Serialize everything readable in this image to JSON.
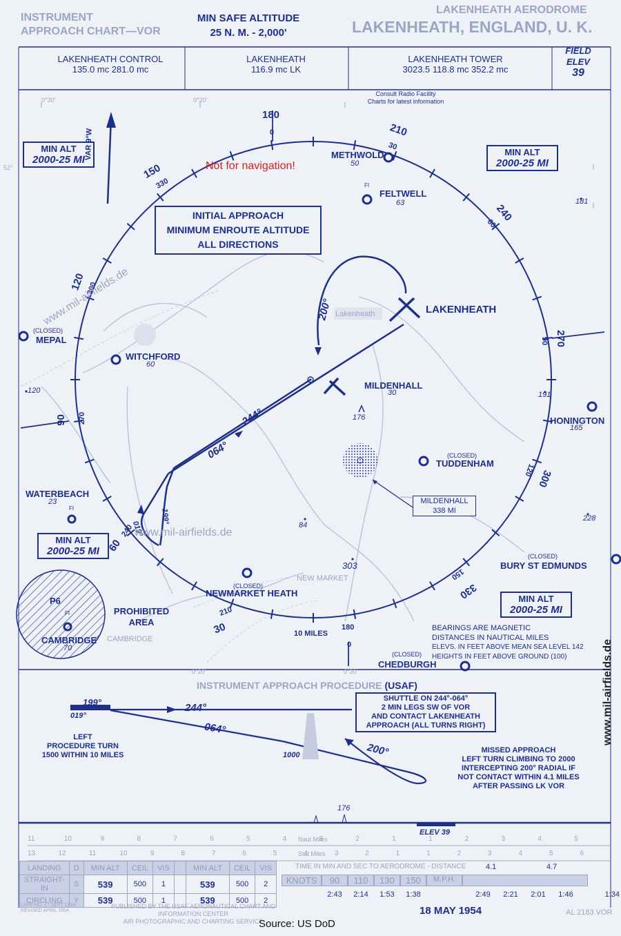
{
  "header": {
    "chart_type_line1": "INSTRUMENT",
    "chart_type_line2": "APPROACH CHART—VOR",
    "msa_title": "MIN SAFE ALTITUDE",
    "msa_value": "25 N. M. - 2,000'",
    "aerodrome_line": "LAKENHEATH AERODROME",
    "location_line": "LAKENHEATH, ENGLAND, U. K."
  },
  "comms": {
    "control_label": "LAKENHEATH CONTROL",
    "control_freqs": "135.0 mc   281.0 mc",
    "lk_label": "LAKENHEATH",
    "lk_freqs": "116.9 mc  LK",
    "tower_label": "LAKENHEATH TOWER",
    "tower_freqs": "3023.5    118.8 mc    352.2 mc",
    "field_elev_label1": "FIELD",
    "field_elev_label2": "ELEV",
    "field_elev_value": "39"
  },
  "plan_view": {
    "consult_note1": "Consult Radio Facility",
    "consult_note2": "Charts for latest information",
    "not_for_nav": "Not for navigation!",
    "var": "VAR 9°W",
    "min_alt_label": "MIN ALT",
    "min_alt_value": "2000-25 MI",
    "initial_approach_1": "INITIAL APPROACH",
    "initial_approach_2": "MINIMUM ENROUTE ALTITUDE",
    "initial_approach_3": "ALL DIRECTIONS",
    "ring_miles": "10 MILES",
    "bearings_1": "BEARINGS ARE MAGNETIC",
    "bearings_2": "DISTANCES IN NAUTICAL MILES",
    "bearings_3": "ELEVS. IN FEET ABOVE MEAN SEA LEVEL 142",
    "bearings_4": "HEIGHTS IN FEET ABOVE GROUND (100)",
    "prohibited_1": "PROHIBITED",
    "prohibited_2": "AREA",
    "p6": "P6",
    "mildenhall_beacon_1": "MILDENHALL",
    "mildenhall_beacon_2": "338 MI",
    "track_244": "244°",
    "track_064": "064°",
    "track_200": "200°",
    "track_199": "199°",
    "track_019": "019°",
    "lk_faded": "Lakenheath",
    "new_market": "NEW MARKET",
    "cambridge_faded": "CAMBRIDGE",
    "coord_1": "0°30'",
    "coord_2": "0°20'",
    "coord_3": "52°",
    "coord_4": "0°20'",
    "coord_5": "0°30'",
    "closed": "(CLOSED)",
    "fi": "FI",
    "radials": {
      "r180_top": "180",
      "r0_top": "0",
      "r210": "210",
      "r30": "30",
      "r240": "240",
      "r60": "60",
      "r270": "270",
      "r90": "90",
      "r300": "300",
      "r120": "120",
      "r330": "330",
      "r150": "150",
      "r150_b": "150",
      "r330_b": "330",
      "r120_b": "120",
      "r300_b": "300",
      "r90_b": "90",
      "r270_b": "270",
      "r60_b": "60",
      "r240_b": "240",
      "r30_b": "30",
      "r210_b": "210",
      "r0_b": "0",
      "r180_b": "180"
    },
    "places": {
      "methwold": "METHWOLD",
      "methwold_el": "50",
      "feltwell": "FELTWELL",
      "feltwell_el": "63",
      "lakenheath": "LAKENHEATH",
      "mildenhall": "MILDENHALL",
      "mildenhall_el": "30",
      "witchford": "WITCHFORD",
      "witchford_el": "60",
      "mepal": "MEPAL",
      "honington": "HONINGTON",
      "honington_el": "165",
      "tuddenham": "TUDDENHAM",
      "waterbeach": "WATERBEACH",
      "waterbeach_el": "23",
      "bury": "BURY ST EDMUNDS",
      "newmarket": "NEWMARKET HEATH",
      "cambridge": "CAMBRIDGE",
      "cambridge_el": "70",
      "chedburgh": "CHEDBURGH"
    },
    "spots": {
      "s181": "181",
      "s120": "120",
      "s176": "176",
      "s191": "191",
      "s228": "228",
      "s84": "84",
      "s303": "303"
    },
    "watermark": "www.mil-airfields.de"
  },
  "profile": {
    "title_a": "INSTRUMENT APPROACH PROCEDURE ",
    "title_b": "(USAF)",
    "shuttle_1": "SHUTTLE ON 244°-064°",
    "shuttle_2": "2 MIN   LEGS SW OF VOR",
    "shuttle_3": "AND CONTACT LAKENHEATH",
    "shuttle_4": "APPROACH (ALL TURNS RIGHT)",
    "hdg_199": "199°",
    "hdg_019": "019°",
    "hdg_244": "244°",
    "hdg_064": "064°",
    "hdg_200": "200°",
    "alt_1000": "1000",
    "left_turn_1": "LEFT",
    "left_turn_2": "PROCEDURE TURN",
    "left_turn_3": "1500 WITHIN 10 MILES",
    "missed_1": "MISSED APPROACH",
    "missed_2": "LEFT TURN CLIMBING TO 2000",
    "missed_3": "INTERCEPTING 200° RADIAL IF",
    "missed_4": "NOT CONTACT WITHIN 4.1 MILES",
    "missed_5": "AFTER PASSING LK VOR",
    "obst": "176",
    "elev": "ELEV 39"
  },
  "scales": {
    "naut_label": "Naut Miles",
    "stat_label": "Stat Miles",
    "naut": [
      "11",
      "10",
      "9",
      "8",
      "7",
      "6",
      "5",
      "4",
      "3",
      "2",
      "1",
      "1",
      "2",
      "3",
      "4",
      "5"
    ],
    "stat": [
      "13",
      "12",
      "11",
      "10",
      "9",
      "8",
      "7",
      "6",
      "5",
      "4",
      "3",
      "2",
      "1",
      "1",
      "2",
      "3",
      "4",
      "5",
      "6"
    ]
  },
  "minima": {
    "headers": [
      "LANDING",
      "D",
      "MIN ALT",
      "CEIL",
      "VIS",
      "",
      "MIN ALT",
      "CEIL",
      "VIS"
    ],
    "rows": [
      [
        "STRAIGHT-IN",
        "S",
        "539",
        "500",
        "1",
        "",
        "539",
        "500",
        "2"
      ],
      [
        "CIRCLING",
        "Y",
        "539",
        "500",
        "1",
        "",
        "539",
        "500",
        "2"
      ]
    ],
    "time_header": "TIME IN MIN AND SEC TO AERODROME - DISTANCE",
    "dist_1": "4.1",
    "dist_2": "4.7",
    "knots": "KNOTS",
    "speeds_kt": [
      "90",
      "110",
      "130",
      "150"
    ],
    "mph": "M.P.H.",
    "times_1": [
      "2:43",
      "2:14",
      "1:53",
      "1:38"
    ],
    "times_2": [
      "2:49",
      "2:21",
      "2:01",
      "1:46",
      "1:34"
    ],
    "published": "PUBLISHED BY THE USAF AERONAUTICAL CHART AND INFORMATION CENTER",
    "published_2": "AIR PHOTOGRAPHIC AND CHARTING SERVICE",
    "small_ref": "LAKE HD. 1 / SEPT 1954",
    "small_ref_2": "REVISED APRIL 1954",
    "date": "18 MAY 1954",
    "chart_no": "AL 2183   VOR"
  },
  "footer": {
    "source": "Source: US DoD"
  }
}
